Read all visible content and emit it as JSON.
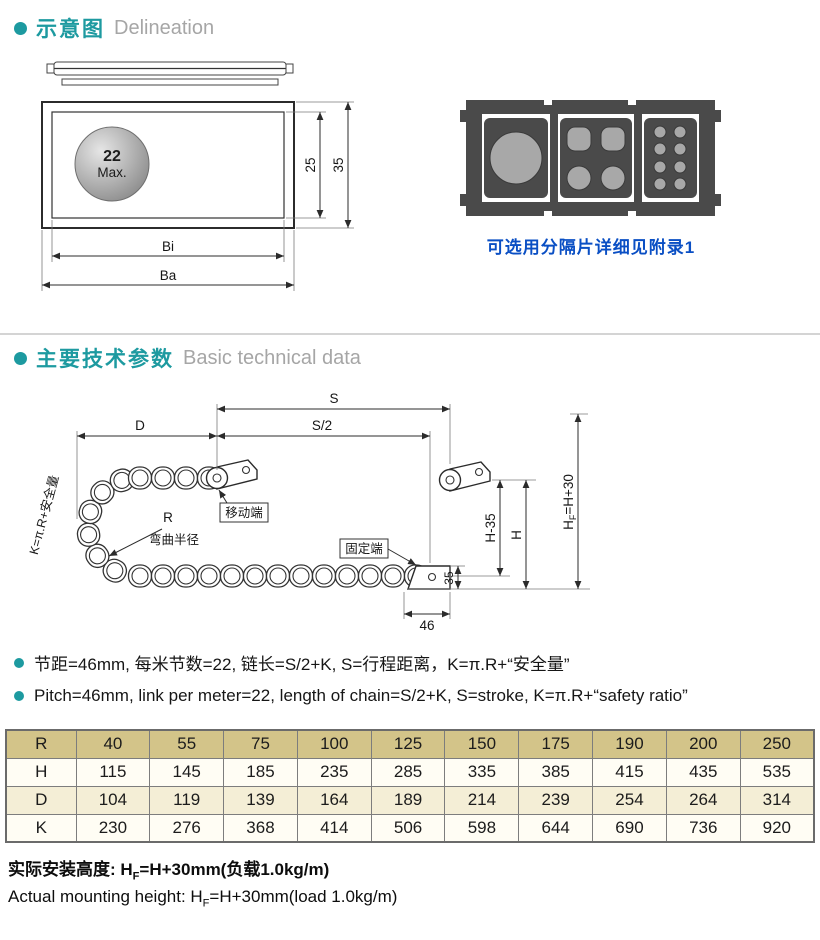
{
  "accent": {
    "teal": "#1d9aa0",
    "blue": "#0a4fc4"
  },
  "section_delineation": {
    "title_zh": "示意图",
    "title_en": "Delineation",
    "drawing": {
      "circle_value": "22",
      "circle_max": "Max.",
      "dim_inner_height": "25",
      "dim_outer_height": "35",
      "dim_inner_width": "Bi",
      "dim_outer_width": "Ba"
    },
    "divider_option": {
      "caption": "可选用分隔片详细见附录1"
    }
  },
  "section_technical": {
    "title_zh": "主要技术参数",
    "title_en": "Basic technical data",
    "drawing": {
      "dim_s": "S",
      "dim_s_half": "S/2",
      "dim_d": "D",
      "radius_letter": "R",
      "bend_radius_label": "弯曲半径",
      "moving_end_label": "移动端",
      "fixed_end_label": "固定端",
      "dim_h_minus_35": "H-35",
      "dim_h": "H",
      "dim_hf_prefix": "H",
      "dim_hf_sub": "F",
      "dim_hf_rest": "=H+30",
      "dim_35": "35",
      "dim_46": "46",
      "safety_label": "K=π.R+安全量"
    },
    "notes": [
      "节距=46mm, 每米节数=22, 链长=S/2+K, S=行程距离，K=π.R+“安全量”",
      "Pitch=46mm, link per meter=22, length of chain=S/2+K, S=stroke, K=π.R+“safety ratio”"
    ]
  },
  "table": {
    "rows": [
      {
        "label": "R",
        "values": [
          "40",
          "55",
          "75",
          "100",
          "125",
          "150",
          "175",
          "190",
          "200",
          "250"
        ]
      },
      {
        "label": "H",
        "values": [
          "115",
          "145",
          "185",
          "235",
          "285",
          "335",
          "385",
          "415",
          "435",
          "535"
        ]
      },
      {
        "label": "D",
        "values": [
          "104",
          "119",
          "139",
          "164",
          "189",
          "214",
          "239",
          "254",
          "264",
          "314"
        ]
      },
      {
        "label": "K",
        "values": [
          "230",
          "276",
          "368",
          "414",
          "506",
          "598",
          "644",
          "690",
          "736",
          "920"
        ]
      }
    ]
  },
  "footer": {
    "zh_prefix": "实际安装高度: H",
    "zh_sub": "F",
    "zh_rest": "=H+30mm(负载1.0kg/m)",
    "en_prefix": "Actual mounting height: H",
    "en_sub": "F",
    "en_rest": "=H+30mm(load 1.0kg/m)"
  }
}
